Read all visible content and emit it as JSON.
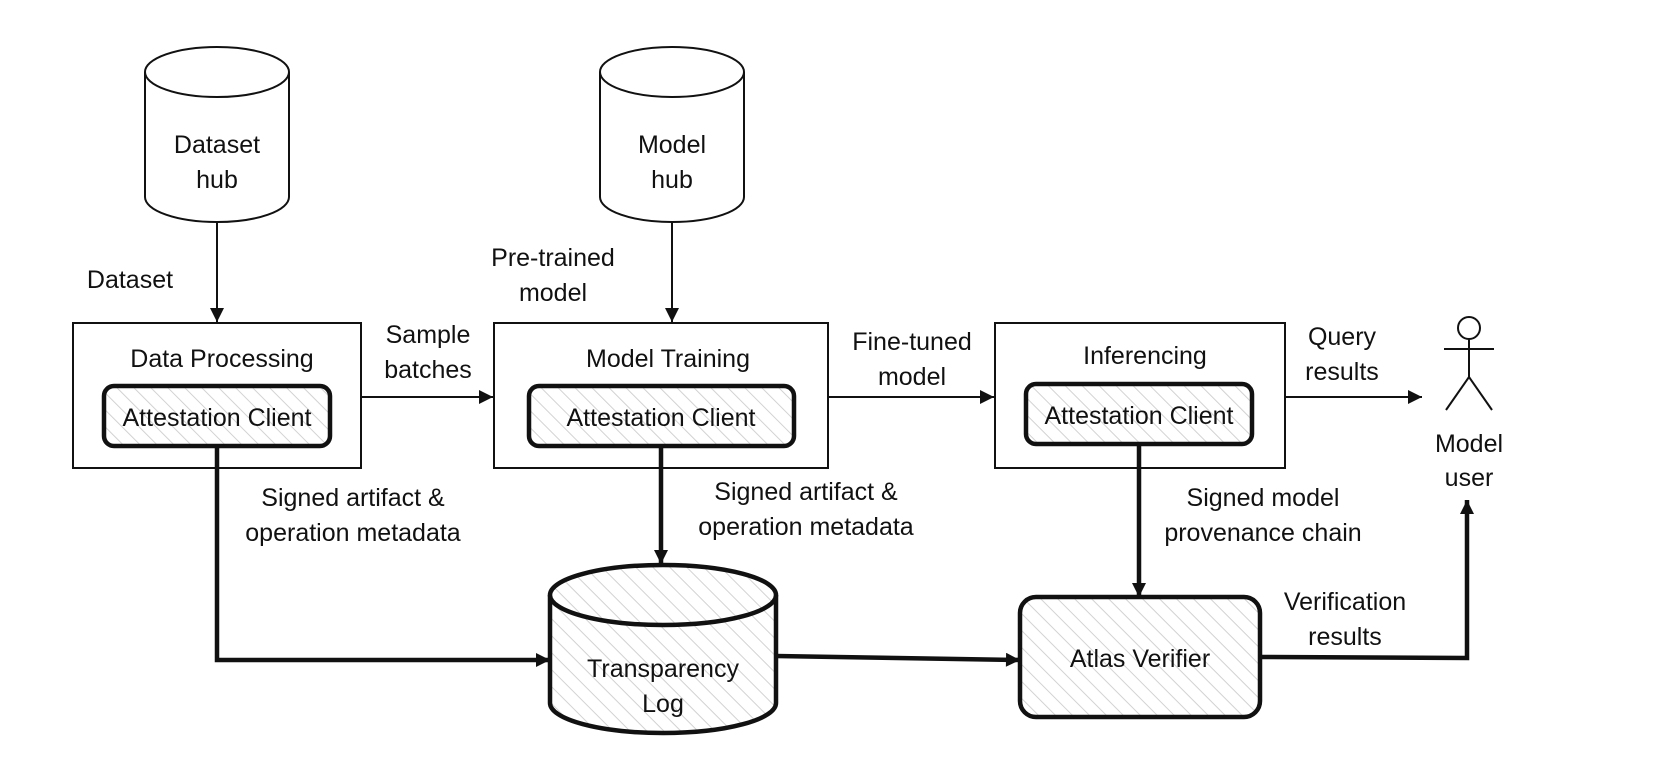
{
  "nodes": {
    "dataset_hub": [
      "Dataset",
      "hub"
    ],
    "model_hub": [
      "Model",
      "hub"
    ],
    "data_processing": "Data Processing",
    "model_training": "Model Training",
    "inferencing": "Inferencing",
    "attestation_client": "Attestation Client",
    "transparency_log": [
      "Transparency",
      "Log"
    ],
    "atlas_verifier": "Atlas Verifier",
    "model_user": [
      "Model",
      "user"
    ]
  },
  "edges": {
    "dataset": "Dataset",
    "pretrained_model": [
      "Pre-trained",
      "model"
    ],
    "sample_batches": [
      "Sample",
      "batches"
    ],
    "finetuned_model": [
      "Fine-tuned",
      "model"
    ],
    "query_results": [
      "Query",
      "results"
    ],
    "signed_artifact_1": [
      "Signed artifact &",
      "operation metadata"
    ],
    "signed_artifact_2": [
      "Signed artifact &",
      "operation metadata"
    ],
    "signed_provenance": [
      "Signed model",
      "provenance chain"
    ],
    "verification_results": [
      "Verification",
      "results"
    ]
  }
}
